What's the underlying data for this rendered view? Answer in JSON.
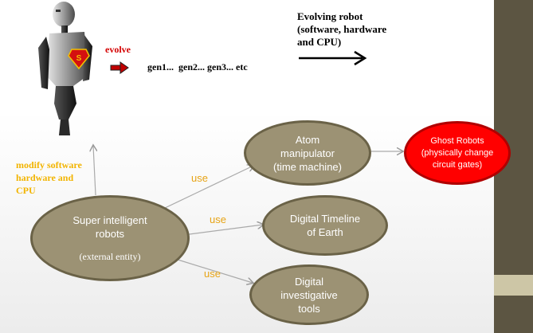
{
  "robot": {
    "evolve_label": "evolve",
    "generations": "gen1...  gen2... gen3... etc"
  },
  "evolving": {
    "line1": "Evolving robot",
    "line2": "(software, hardware",
    "line3": "and CPU)"
  },
  "modify": {
    "line1": "modify software",
    "line2": "hardware and",
    "line3": "CPU"
  },
  "nodes": {
    "super": {
      "line1": "Super intelligent",
      "line2": "robots",
      "line3": "(external entity)"
    },
    "atom": {
      "line1": "Atom",
      "line2": "manipulator",
      "line3": "(time machine)"
    },
    "timeline": {
      "line1": "Digital Timeline",
      "line2": "of Earth"
    },
    "tools": {
      "line1": "Digital",
      "line2": "investigative",
      "line3": "tools"
    },
    "ghost": {
      "line1": "Ghost Robots",
      "line2": "(physically change",
      "line3": "circuit gates)"
    }
  },
  "edges": {
    "use1": "use",
    "use2": "use",
    "use3": "use"
  },
  "colors": {
    "olive_fill": "#9c9274",
    "olive_border": "#6a6247",
    "ghost_red": "#ff0000",
    "use_orange": "#e7a416",
    "evolve_red": "#d40000",
    "sidebar": "#5c5542"
  }
}
